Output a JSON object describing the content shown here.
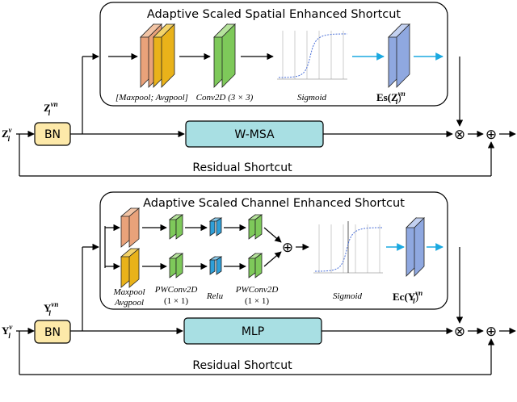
{
  "top": {
    "module_title": "Adaptive Scaled Spatial Enhanced Shortcut",
    "pool_label": "[Maxpool; Avgpool]",
    "conv_label": "Conv2D (3 × 3)",
    "sigmoid_label": "Sigmoid",
    "output_label": "Es(Z",
    "output_sup": "vn",
    "output_sub": "l",
    "input_label": "Z",
    "input_sup": "v",
    "input_sub": "l",
    "bn_out_label": "Z",
    "bn_out_sup": "vn",
    "bn_out_sub": "l",
    "bn_label": "BN",
    "attention_label": "W-MSA",
    "residual_label": "Residual Shortcut",
    "multiply_symbol": "⊗",
    "add_symbol": "⊕"
  },
  "bottom": {
    "module_title": "Adaptive Scaled Channel Enhanced Shortcut",
    "maxpool_label": "Maxpool",
    "avgpool_label": "Avgpool",
    "pwconv1_label": "PWConv2D",
    "pwconv1_size": "(1 × 1)",
    "relu_label": "Relu",
    "pwconv2_label": "PWConv2D",
    "pwconv2_size": "(1 × 1)",
    "sigmoid_label": "Sigmoid",
    "output_label": "Ec(Y",
    "output_sup": "vn",
    "output_sub": "l",
    "input_label": "Y",
    "input_sup": "v",
    "input_sub": "l",
    "bn_out_label": "Y",
    "bn_out_sup": "vn",
    "bn_out_sub": "l",
    "bn_label": "BN",
    "mlp_label": "MLP",
    "residual_label": "Residual Shortcut",
    "multiply_symbol": "⊗",
    "add_symbol": "⊕",
    "merge_symbol": "⊕"
  },
  "colors": {
    "bn_fill": "#fde9a9",
    "block_fill": "#a8dfe3",
    "pool_orange": "#e9a27a",
    "pool_yellow": "#e9b21a",
    "conv_green": "#7ec95a",
    "relu_blue": "#2f9fd8",
    "output_blue": "#8fa8e0",
    "arrow_blue": "#1ba9e0"
  }
}
